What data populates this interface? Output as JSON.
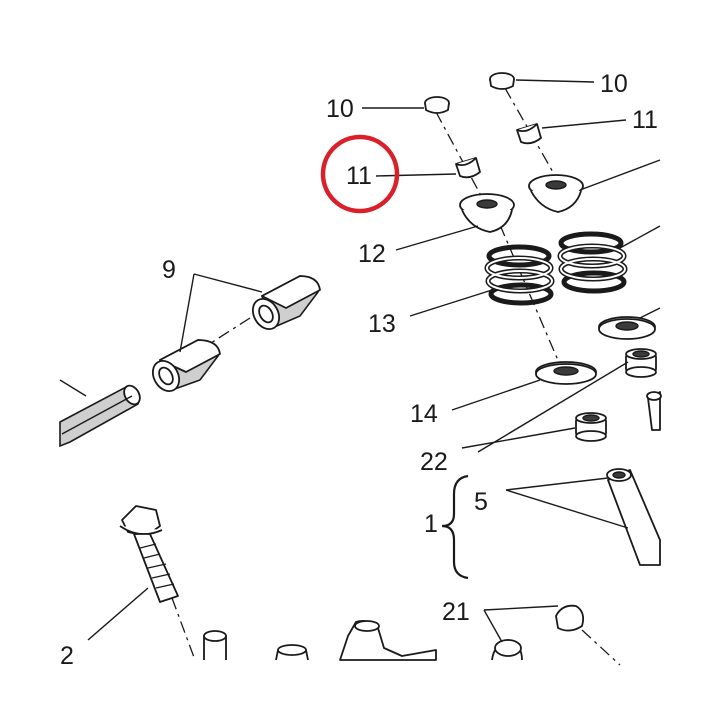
{
  "diagram": {
    "labels": {
      "l10a": "10",
      "l10b": "10",
      "l11a": "11",
      "l11b": "11",
      "l12": "12",
      "l13": "13",
      "l14": "14",
      "l22": "22",
      "l5": "5",
      "l1": "1",
      "l9": "9",
      "l21": "21",
      "l2": "2"
    },
    "highlight_color": "#d9202b"
  }
}
